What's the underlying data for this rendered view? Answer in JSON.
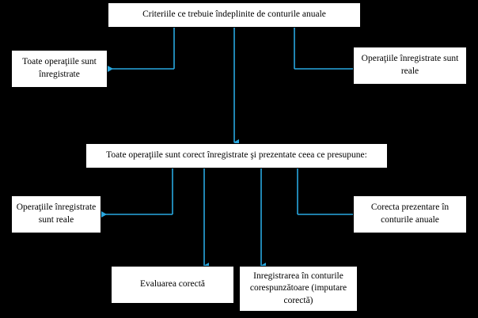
{
  "diagram": {
    "accent_color": "#29a7df",
    "background_color": "#000000",
    "box_fill": "#ffffff",
    "nodes": [
      {
        "id": "criteria",
        "text": "Criteriile ce trebuie îndeplinite de conturile anuale"
      },
      {
        "id": "all-recorded",
        "text": "Toate operaţiile sunt înregistrate"
      },
      {
        "id": "recorded-real-top",
        "text": "Operaţiile înregistrate sunt reale"
      },
      {
        "id": "correctly-recorded",
        "text": "Toate operaţiile sunt corect înregistrate şi prezentate ceea ce presupune:"
      },
      {
        "id": "operations-real",
        "text": "Operaţiile înregistrate sunt reale"
      },
      {
        "id": "correct-presentation",
        "text": "Corecta prezentare în conturile anuale"
      },
      {
        "id": "correct-evaluation",
        "text": "Evaluarea corectă"
      },
      {
        "id": "correct-accounts",
        "text": "Inregistrarea în conturile corespunzătoare (imputare corectă)"
      }
    ]
  }
}
